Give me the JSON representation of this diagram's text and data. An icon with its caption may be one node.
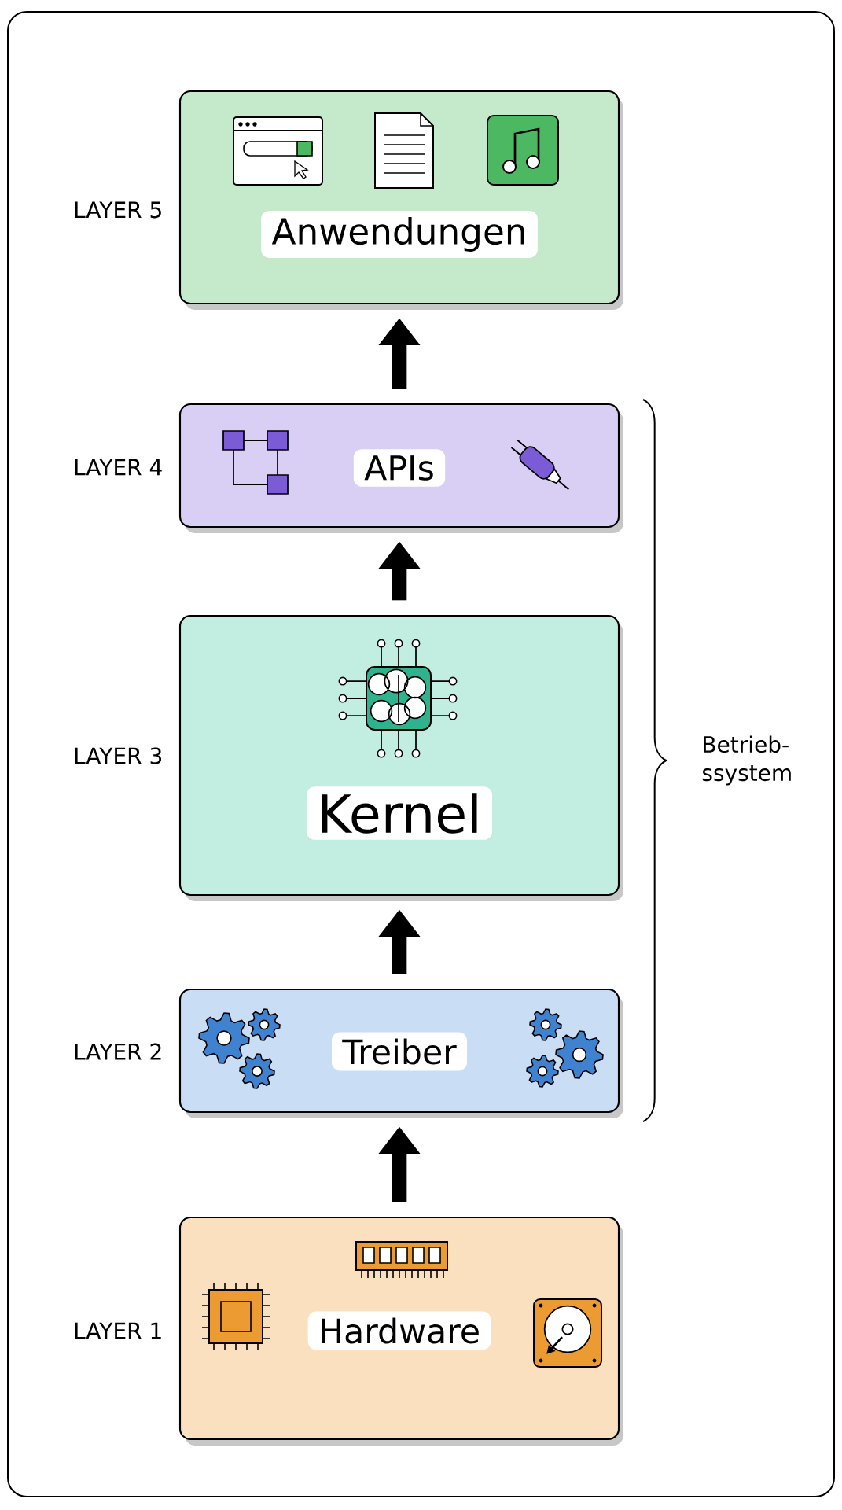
{
  "diagram": {
    "nodes": [
      {
        "text": [
          "Anwendungen"
        ],
        "beside": [
          "LAYER 5"
        ]
      },
      {
        "text": [
          "APIs"
        ],
        "beside": [
          "LAYER 4"
        ]
      },
      {
        "text": [
          "Kernel"
        ],
        "beside": [
          "LAYER 3"
        ]
      },
      {
        "text": [
          "Treiber"
        ],
        "beside": [
          "LAYER 2"
        ]
      },
      {
        "text": [
          "Hardware"
        ],
        "beside": [
          "LAYER 1"
        ]
      }
    ],
    "edges": [
      {
        "from": 4,
        "to": 3,
        "arrow": "to"
      },
      {
        "from": 3,
        "to": 2,
        "arrow": "to"
      },
      {
        "from": 2,
        "to": 1,
        "arrow": "to"
      },
      {
        "from": 1,
        "to": 0,
        "arrow": "to"
      }
    ],
    "labels": [
      "Betrieb- ssystem"
    ]
  }
}
